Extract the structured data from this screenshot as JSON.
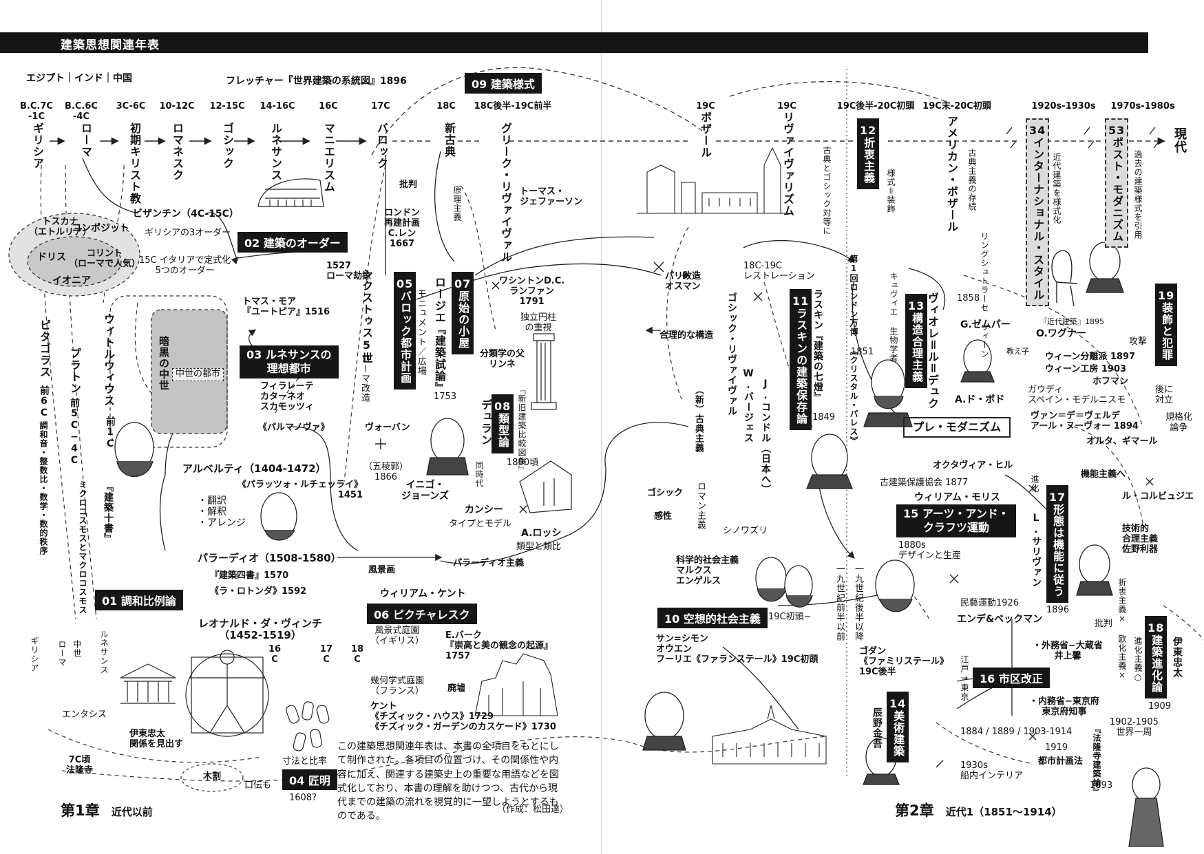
{
  "title": "建築思想関連年表",
  "regions": "エジプト｜インド｜中国",
  "fletcher": "フレッチャー『世界建築の系統図』1896",
  "eras": [
    {
      "period": "B.C.7C\n-1C",
      "name": "ギリシア"
    },
    {
      "period": "B.C.6C\n-4C",
      "name": "ローマ"
    },
    {
      "period": "3C-6C",
      "name": "初期キリスト教"
    },
    {
      "period": "10-12C",
      "name": "ロマネスク"
    },
    {
      "period": "12-15C",
      "name": "ゴシック"
    },
    {
      "period": "14-16C",
      "name": "ルネサンス"
    },
    {
      "period": "16C",
      "name": "マニエリスム"
    },
    {
      "period": "17C",
      "name": "バロック"
    },
    {
      "period": "18C",
      "name": "新古典"
    },
    {
      "period": "18C後半-19C前半",
      "name": "グリーク・リヴァイヴァル"
    },
    {
      "period": "19C",
      "name": "ボザール"
    },
    {
      "period": "19C",
      "name": "リヴァイヴァリズム"
    },
    {
      "period": "19C後半-20C初頭",
      "name": ""
    },
    {
      "period": "19C末-20C初頭",
      "name": "アメリカン・ボザール"
    },
    {
      "period": "1920s-1930s",
      "name": ""
    },
    {
      "period": "1970s-1980s",
      "name": ""
    }
  ],
  "present": "現代",
  "topics": {
    "t01": "01 調和比例論",
    "t02": "02 建築のオーダー",
    "t03": "03 ルネサンスの\n理想都市",
    "t04": "04 匠明",
    "t05n": "05",
    "t05": "バロック都市計画",
    "t06": "06 ピクチャレスク",
    "t07n": "07",
    "t07": "原始の小屋",
    "t08n": "08",
    "t08": "類型論",
    "t09": "09 建築様式",
    "t10": "10 空想的社会主義",
    "t11n": "11",
    "t11": "ラスキンの建築保存論",
    "t12n": "12",
    "t12": "折衷主義",
    "t13n": "13",
    "t13": "構造合理主義",
    "t14n": "14",
    "t14": "美術建築",
    "t15": "15 アーツ・アンド・\nクラフツ運動",
    "t16": "16 市区改正",
    "t17n": "17",
    "t17": "形態は機能に従う",
    "t18n": "18",
    "t18": "建築進化論",
    "t19n": "19",
    "t19": "装飾と犯罪",
    "t34n": "34",
    "t34": "インターナショナル・スタイル",
    "t53n": "53",
    "t53": "ポスト・モダニズム",
    "premodern": "プレ・モダニズム"
  },
  "labels": {
    "tuscan": "トスカナ\n（エトルリア）",
    "composite": "コンポジット",
    "doric": "ドリス",
    "corinth": "コリント\n（ローマで人気）",
    "ionia": "イオニア",
    "three_orders": "ギリシアの3オーダー",
    "byzantine": "ビザンチン（4C-15C）",
    "order_15c": "15C イタリアで定式化\n5つのオーダー",
    "dark": "暗黒の中世",
    "medieval_city": "中世の都市",
    "pythagoras": "ピタゴラス",
    "pyth_date": "前6C",
    "pyth_note": "調和音・整数比・数学・数的秩序",
    "plato": "プラトン",
    "plato_date": "前5C−4C",
    "cosmos": "ミクロコスモスとマクロコスモス",
    "vitruvius": "ウィトルウィウス",
    "vit_date": "前1C",
    "juusho": "『建築十書』",
    "more": "トマス・モア\n『ユートピア』1516",
    "filarete": "フィラレーテ\nカターネオ\nスカモッツィ",
    "palmanova": "《パルマノヴァ》",
    "vauban": "ヴォーバン",
    "goryokaku": "（五稜郭）\n1866",
    "alberti": "アルベルティ（1404-1472）",
    "rucellai": "《パラッツォ・ルチェッライ》\n1451",
    "trans": "・翻訳\n・解釈\n・アレンジ",
    "palladio": "パラーディオ（1508-1580）",
    "palladianism": "パラーディオ主義",
    "yonsho": "『建築四書』1570",
    "rotonda": "《ラ・ロトンダ》1592",
    "leonardo": "レオナルド・ダ・ヴィンチ\n（1452-1519）",
    "c16": "16\nC",
    "c17": "17\nC",
    "c18": "18\nC",
    "greece_v": "ギリシア",
    "rome_v": "ローマ",
    "chusei_v": "中世",
    "renaissance_v": "ルネサンス",
    "entasis": "エンタシス",
    "horyuji": "7C頃\n法隆寺",
    "ito_horyuji": "伊東忠太\n関係を見出す",
    "kiwari": "木割",
    "kuden": "口伝も",
    "sunpo": "寸法と比率",
    "shomei_date": "1608?",
    "rome_1527": "1527\nローマ劫掠",
    "sixtus": "シクストゥス5世",
    "roma_kaizo": "ローマ改造",
    "wren": "ロンドン\n再建計画\nC.レン\n1667",
    "hihan": "批判",
    "monument": "モニュメント／広場",
    "laugier": "ロージエ『建築試論』",
    "laugier_date": "1753",
    "genri": "原理主義",
    "jefferson": "トーマス・\nジェファーソン",
    "washington": "ワシントンD.C.\nランファン\n1791",
    "column": "独立円柱\nの重視",
    "linne": "分類学の父\nリンネ",
    "durand": "デュラン",
    "shinkyu": "『新旧建築比較図集』",
    "durand_date": "1800頃",
    "doujidai": "同時代",
    "quincy": "カンシー",
    "type_model": "タイプとモデル",
    "rossi": "A.ロッシ",
    "ruikei": "類型と類比",
    "inigo": "イニゴ・\nジョーンズ",
    "fukeiga": "風景画",
    "kent": "ウィリアム・ケント",
    "eng_garden": "風景式庭園\n（イギリス）",
    "fr_garden": "幾何学式庭園\n（フランス）",
    "kent2": "ケント\n《チズィック・ハウス》1729\n《チズィック・ガーデンのカスケード》1730",
    "burke": "E.バーク\n『崇高と美の観念の起源』\n1757",
    "haikyo": "廃墟",
    "paris": "パリ改造\nオスマン",
    "gori": "合理的な構造",
    "restoration": "18C-19C\nレストレーション",
    "gothic_rev": "ゴシック・リヴァイヴァル",
    "neoclass": "（新）古典主義",
    "burges": "W.バージェス",
    "conder": "J.コンドル（日本へ）",
    "ruskin": "ラスキン『建築の七燈』",
    "ruskin_date": "1849",
    "gothic": "ゴシック",
    "kansei": "感性",
    "romanticism": "ロマン主義",
    "chinoiserie": "シノワズリ",
    "marx": "科学的社会主義\nマルクス\nエンゲルス",
    "early19": "19C初頭−",
    "saint": "サン=シモン\nオウエン\nフーリエ《ファランステール》19C初頭",
    "before19": "一九世紀前半以前",
    "after19": "一九世紀後半以降",
    "kotenshugi": "古典とゴシック対等に",
    "yoshiki": "様式＝装飾",
    "expo": "第1回ロンドン万博\n《クリスタル・パレス》",
    "expo_date": "1851",
    "cuvier": "キュヴィエ\n生物学者",
    "viollet": "ヴィオレ＝ル＝デュク",
    "semper": "G.ゼムパー",
    "wagner": "O.ワグナー",
    "kindai": "『近代建築』1895",
    "kyoushi": "教え子",
    "ringstrasse": "リングシュトラーセ\nウィーン",
    "ring_date": "1858",
    "beaux_keep": "古典主義の存続",
    "modern_style": "近代建築を様式化",
    "quote": "過去の建築様式を引用",
    "perret": "A.ド・ボド",
    "attack": "攻撃",
    "secession": "ウィーン分離派 1897",
    "werkstatte": "ウィーン工房 1903",
    "hoffmann": "ホフマン",
    "gaudi": "ガウディ\nスペイン・モデルニスモ",
    "taiyu": "後に\n対立",
    "velde": "ヴァン＝デ＝ヴェルデ\nアール・ヌーヴォー 1894",
    "horta": "オルタ、ギマール",
    "kikakuka": "規格化\n論争",
    "olbrich": "オクタヴィア・ヒル",
    "spab": "古建築保護協会 1877",
    "morris": "ウィリアム・モリス",
    "design_prod": "1880s\nデザインと生産",
    "sullivan": "L.サリヴァン",
    "sullivan_date": "1896",
    "shinka": "進化",
    "kinoshugi": "機能主義へ",
    "corbusier": "ル・コルビュジエ",
    "gijutsu": "技術的\n合理主義\n佐野利器",
    "setchu": "折衷主義×\n欧化主義×",
    "shinkaron": "進化主義○",
    "ito": "伊東忠太",
    "ito_date": "1909",
    "mingei": "民藝運動1926",
    "ende": "エンデ&ベックマン",
    "hihan2": "批判",
    "inoue": "・外務省−大蔵省\n井上馨",
    "tokyo": "・内務省−東京府\n東京府知事",
    "edo": "江戸→東京",
    "godin": "ゴダン\n《ファミリステール》\n19C後半",
    "tatsuno": "辰野金吾",
    "years": "1884 / 1889 / 1903-1914",
    "y1919": "1919",
    "toshikeikaku": "都市計画法",
    "shanai": "1930s\n船内インテリア",
    "sekai": "1902-1905\n世界一周",
    "horyuji_ron": "『法隆寺建築論』",
    "horyuji_date": "1893"
  },
  "note": "この建築思想関連年表は、本書の全項目をもとにして制作された。各項目の位置づけ、その関係性や内容に加え、関連する建築史上の重要な用語などを図式化しており、本書の理解を助けつつ、古代から現代までの建築の流れを視覚的に一望しようとするものである。",
  "author": "（作成：松田達）",
  "chapter1": {
    "num": "第1章",
    "title": "近代以前"
  },
  "chapter2": {
    "num": "第2章",
    "title": "近代1（1851〜1914）"
  }
}
